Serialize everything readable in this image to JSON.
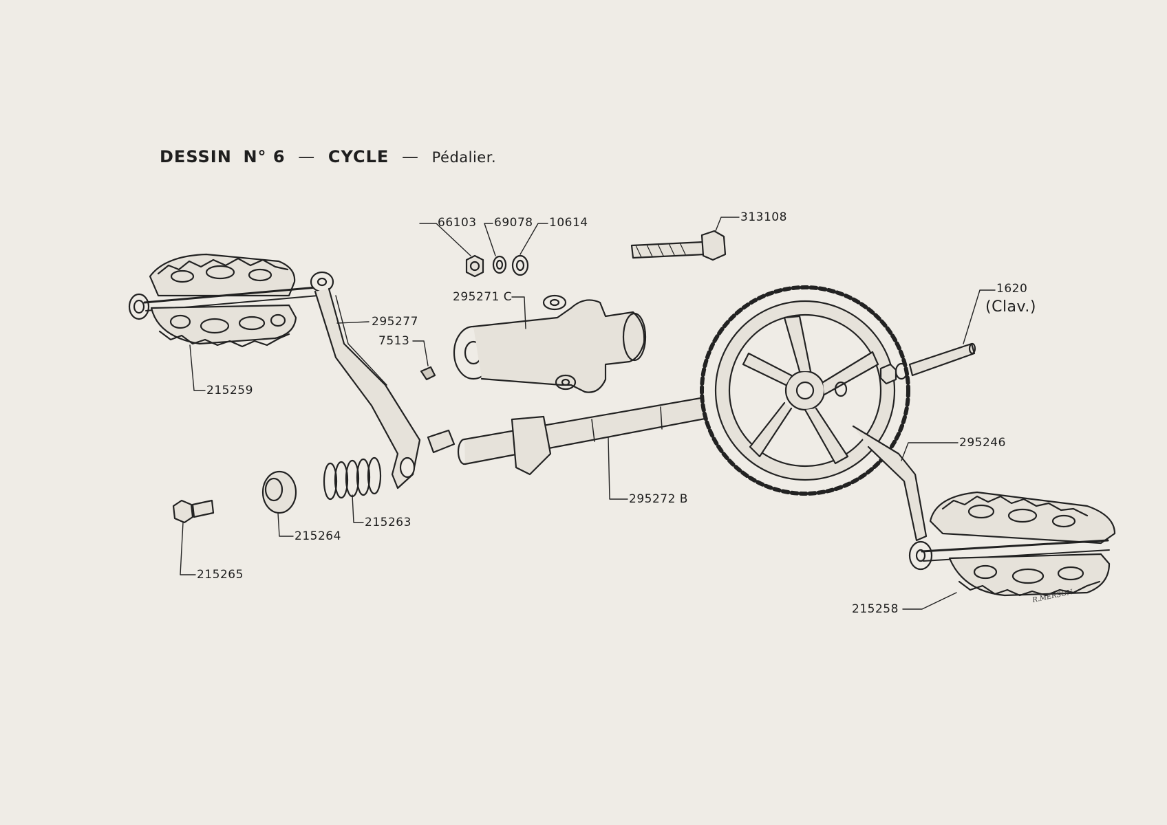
{
  "title": {
    "part1": "DESSIN",
    "part2": "N° 6",
    "part3": "CYCLE",
    "part4": "Pédalier.",
    "dash": "—"
  },
  "labels": {
    "p66103": "66103",
    "p69078": "69078",
    "p10614": "10614",
    "p313108": "313108",
    "p1620": "1620",
    "pClav": "(Clav.)",
    "p295271c": "295271 C",
    "p295277": "295277",
    "p7513": "7513",
    "p215259": "215259",
    "p295246": "295246",
    "p295272b": "295272 B",
    "p215264": "215264",
    "p215263": "215263",
    "p215265": "215265",
    "p215258": "215258"
  },
  "signature": "R.MERSON"
}
